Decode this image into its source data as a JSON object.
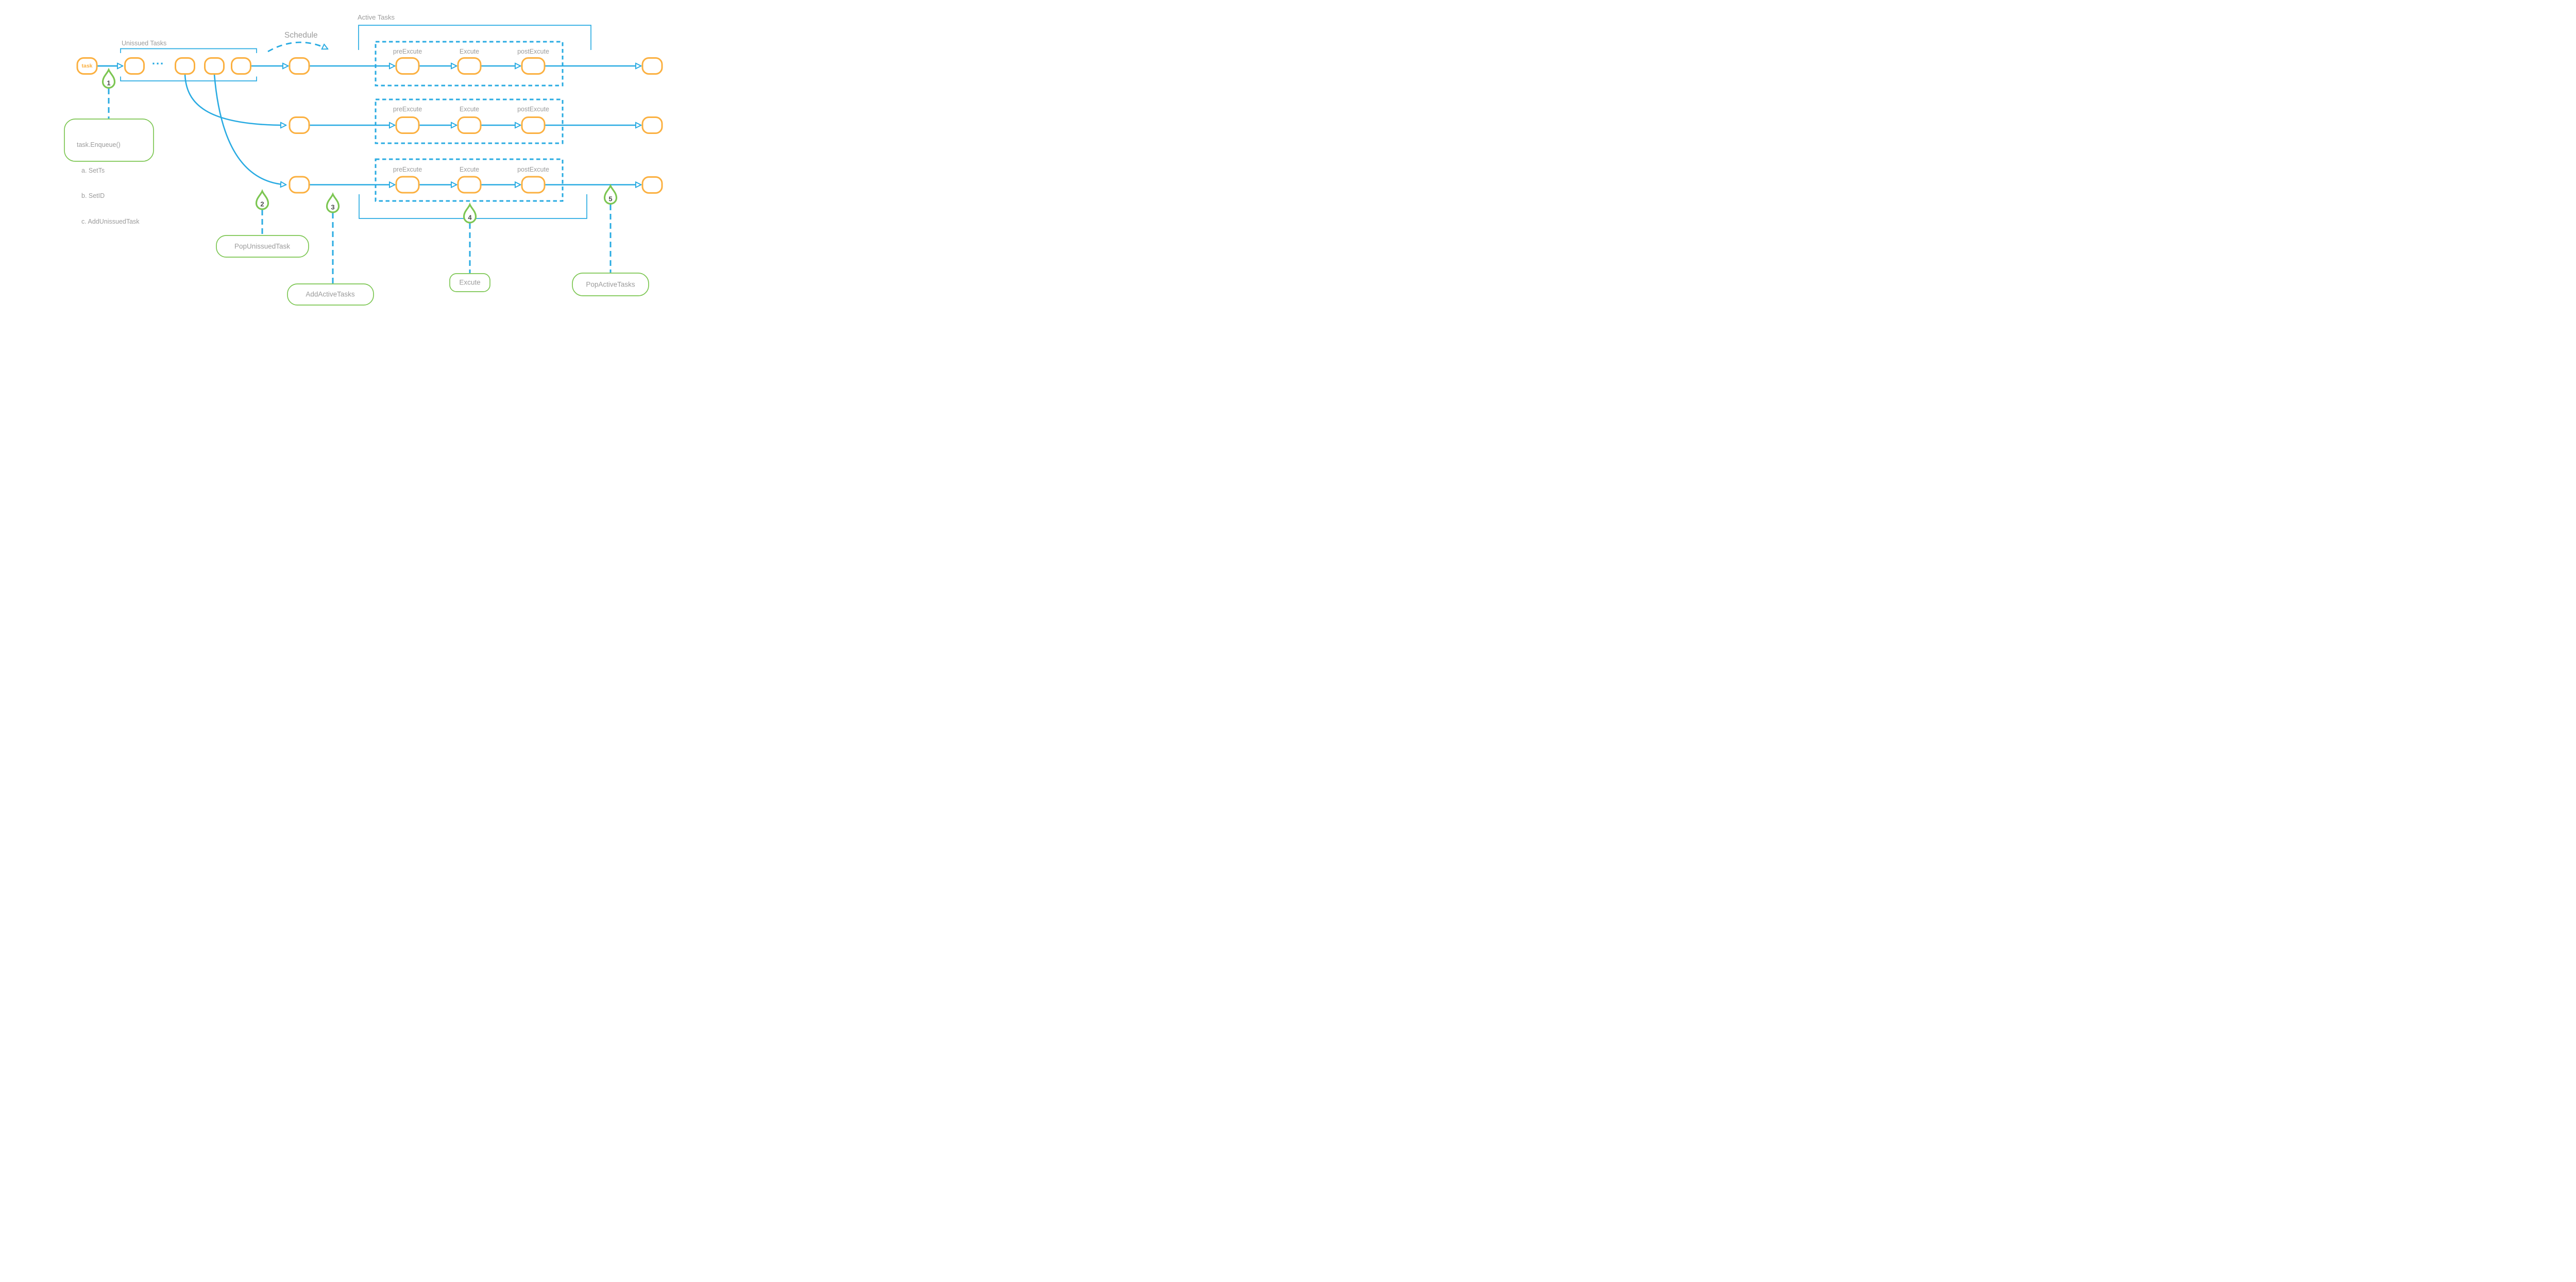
{
  "labels": {
    "unissued": "Unissued Tasks",
    "schedule": "Schedule",
    "active": "Active Tasks"
  },
  "task_label": "task",
  "ellipsis": "...",
  "stages": [
    "preExcute",
    "Excute",
    "postExcute"
  ],
  "markers": [
    {
      "number": "1",
      "lines": [
        "task.Enqueue()",
        "a. SetTs",
        "b. SetID",
        "c. AddUnissuedTask"
      ]
    },
    {
      "number": "2",
      "label": "PopUnissuedTask"
    },
    {
      "number": "3",
      "label": "AddActiveTasks"
    },
    {
      "number": "4",
      "label": "Excute"
    },
    {
      "number": "5",
      "label": "PopActiveTasks"
    }
  ],
  "colors": {
    "flow_blue": "#29ABE2",
    "node_orange": "#FBB040",
    "pin_green": "#7CC652",
    "text_gray": "#9B9B9B",
    "number_dark": "#4D4D4D"
  }
}
